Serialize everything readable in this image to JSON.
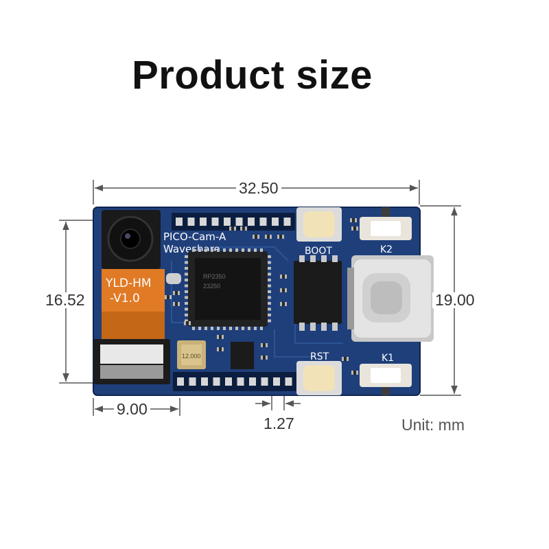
{
  "title": "Product size",
  "dimensions": {
    "width": "32.50",
    "height_pcb": "16.52",
    "height_total": "19.00",
    "camera_offset": "9.00",
    "pin_pitch": "1.27"
  },
  "unit_note": "Unit: mm",
  "board": {
    "silkscreen_name": "PICO-Cam-A",
    "silkscreen_brand": "Waveshare",
    "button_boot": "BOOT",
    "button_rst": "RST",
    "key_k1": "K1",
    "key_k2": "K2",
    "camera_label_1": "YLD-HM",
    "camera_label_2": "-V1.0",
    "chip_text_1": "RP2350",
    "chip_text_2": "23250",
    "crystal_text": "12.000"
  },
  "colors": {
    "pcb": "#1f3f7a",
    "pcb_dark": "#14305f",
    "flex_cable": "#e07a25",
    "dimension_line": "#555555",
    "button_cap": "#f2e2b8"
  }
}
